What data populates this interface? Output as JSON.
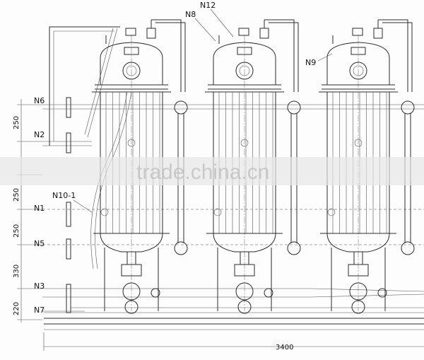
{
  "labels": {
    "n12": "N12",
    "n8": "N8",
    "n9": "N9",
    "n6": "N6",
    "n2": "N2",
    "n10_1": "N10-1",
    "n1": "N1",
    "n5": "N5",
    "n3": "N3",
    "n7": "N7"
  },
  "dimensions": {
    "d1": "250",
    "d2": "250",
    "d3": "250",
    "d4": "330",
    "d5": "220",
    "total": "3400"
  },
  "watermark": "trade.china.cn"
}
